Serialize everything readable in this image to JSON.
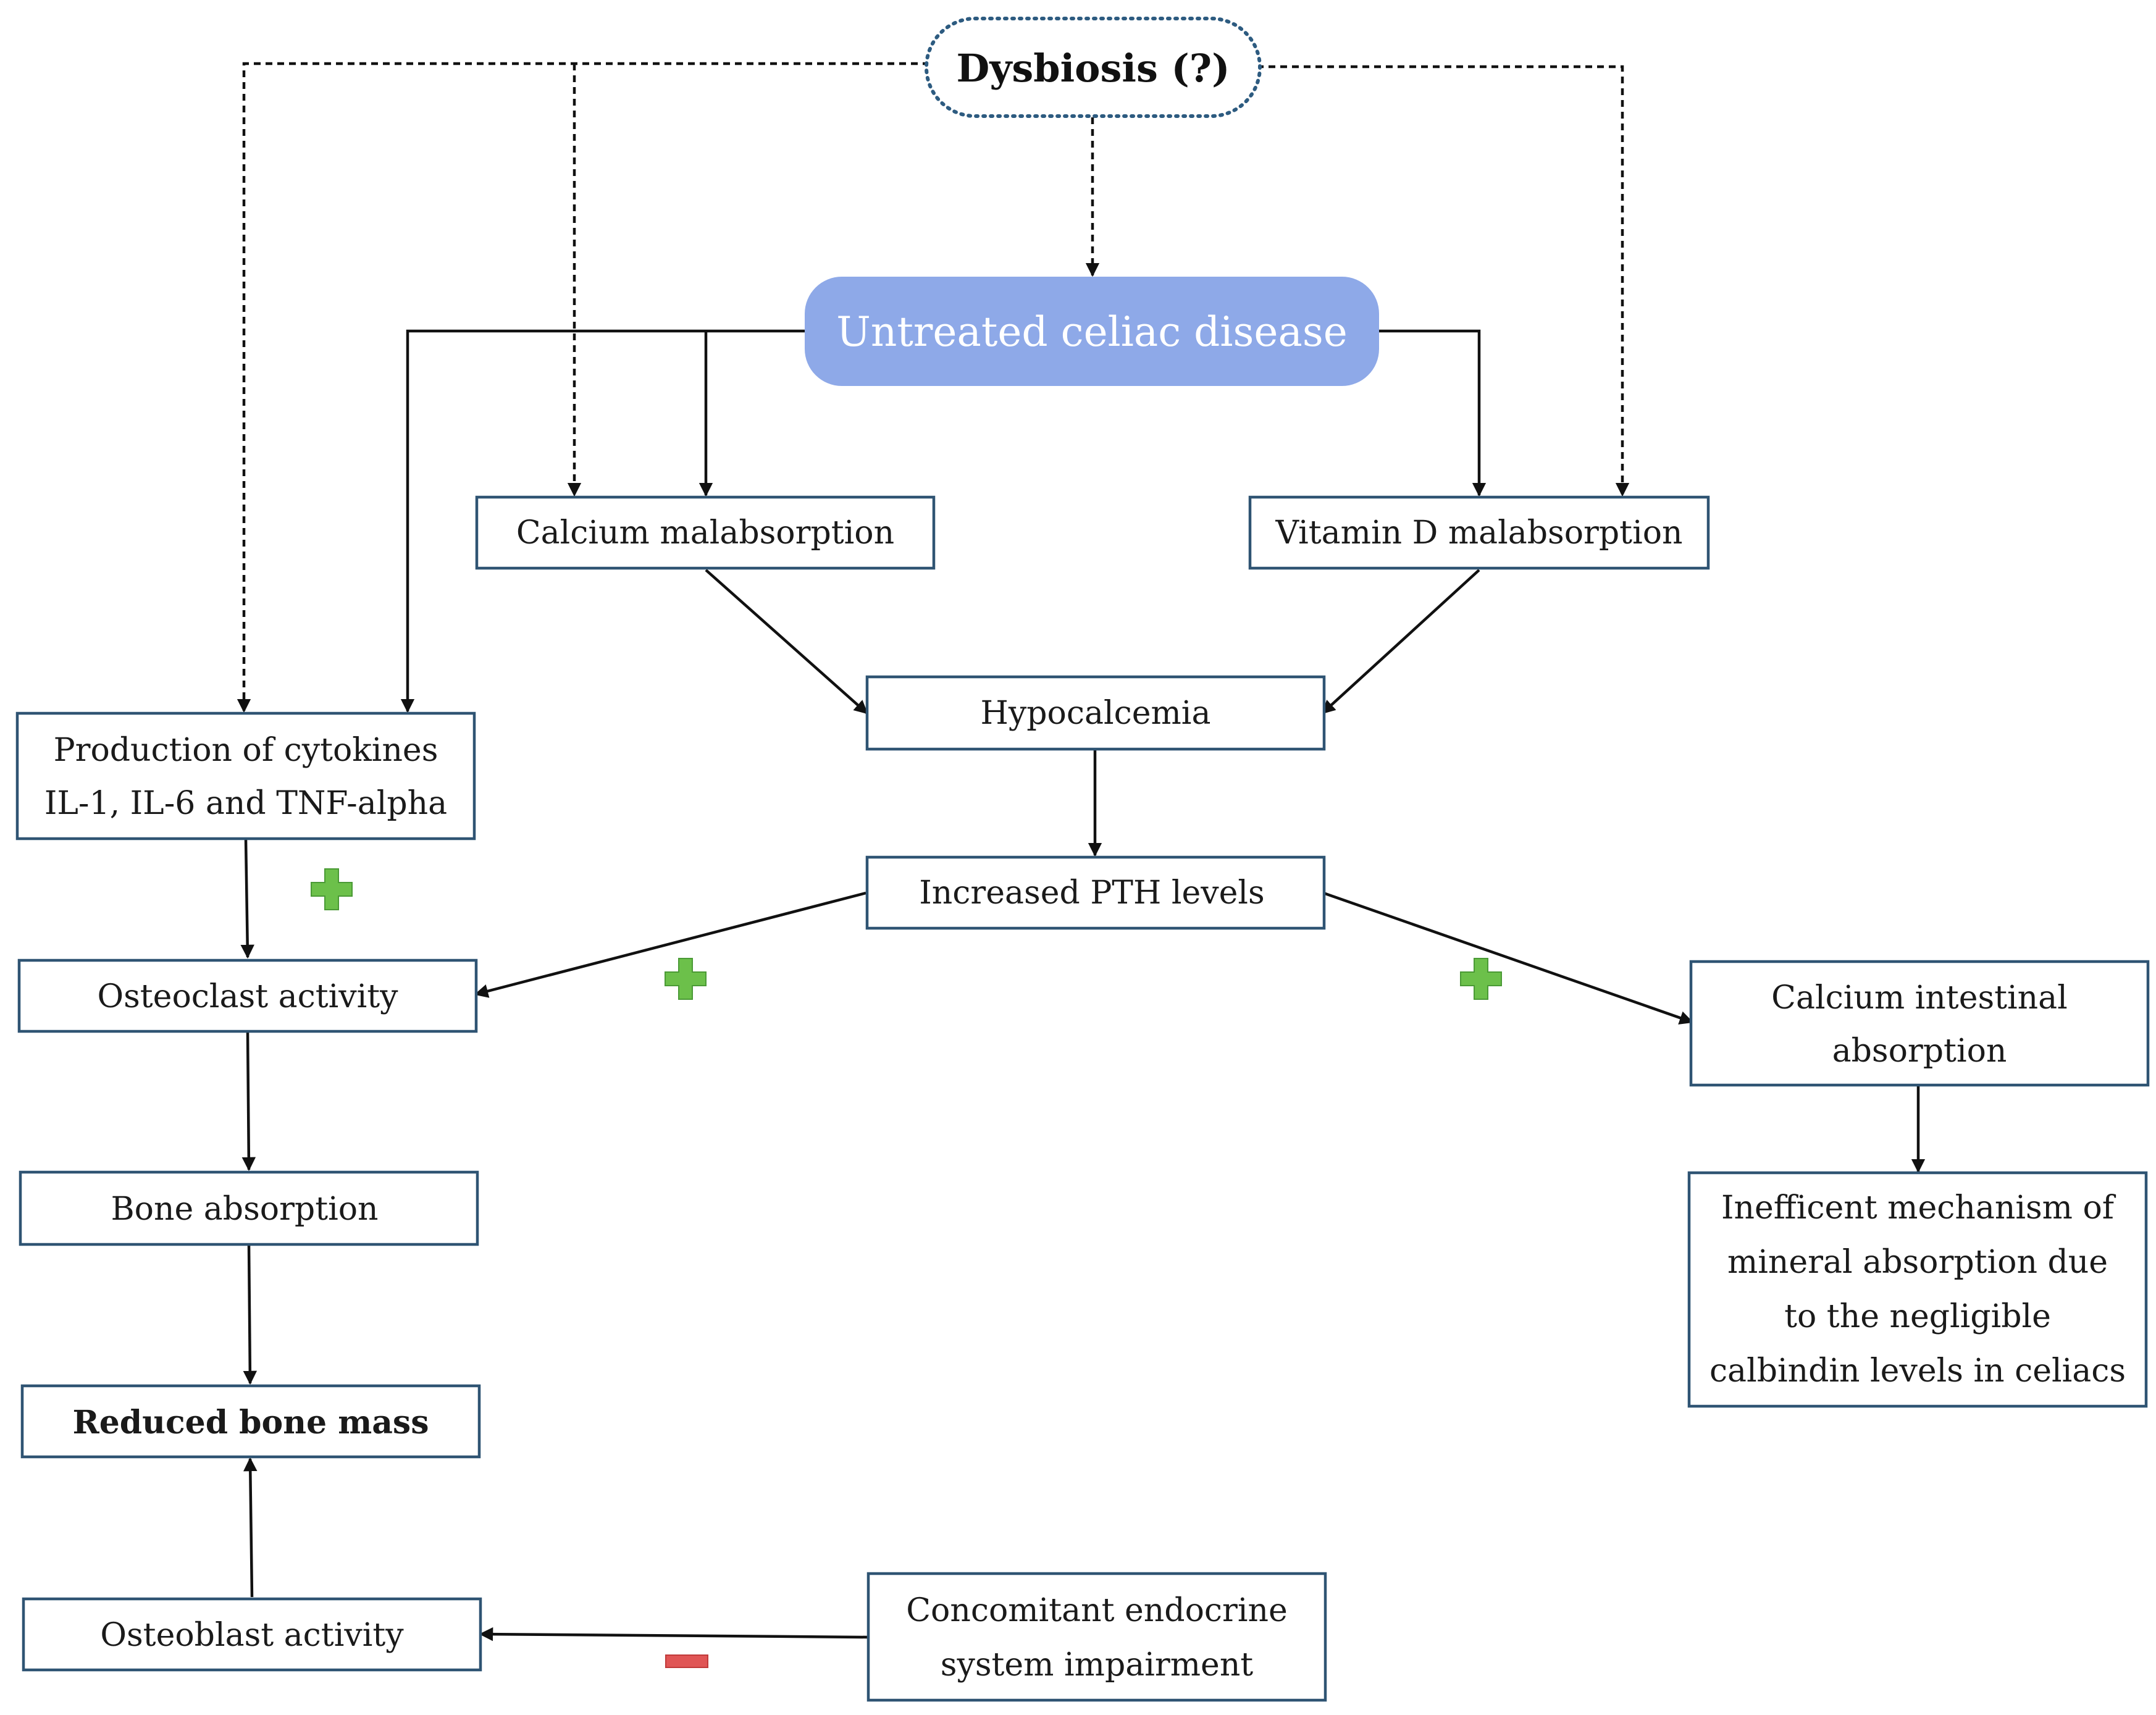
{
  "dysbiosis": "Dysbiosis (?)",
  "celiac": "Untreated celiac disease",
  "calcium_malabsorption": "Calcium malabsorption",
  "vitamin_d_malabsorption": "Vitamin D malabsorption",
  "hypocalcemia": "Hypocalcemia",
  "cytokines": [
    "Production of cytokines",
    "IL-1, IL-6 and TNF-alpha"
  ],
  "pth": "Increased PTH levels",
  "osteoclast": "Osteoclast activity",
  "calcium_intestinal": [
    "Calcium intestinal",
    "absorption"
  ],
  "bone_absorption": "Bone absorption",
  "inefficient": [
    "Inefficent mechanism of",
    "mineral absorption  due",
    "to the negligible",
    "calbindin levels in celiacs"
  ],
  "reduced_bone_mass": "Reduced bone mass",
  "osteoblast": "Osteoblast activity",
  "endocrine": [
    "Concomitant endocrine",
    "system impairment"
  ],
  "colors": {
    "main_fill": "#8ea9e8",
    "box_border": "#2f5473",
    "positive": "#6cc04a",
    "negative": "#e05555"
  },
  "icons": {
    "positive": "plus-icon",
    "negative": "minus-icon"
  }
}
